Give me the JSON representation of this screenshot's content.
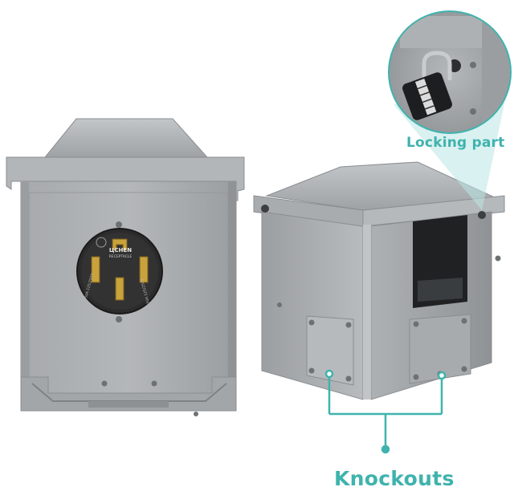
{
  "product": {
    "receptacle_brand": "ЦCHEN",
    "receptacle_word": "RECEPTACLE",
    "rating_left": "50A 125/250V",
    "rating_right": "50A 125/250V"
  },
  "callouts": {
    "locking": "Locking part",
    "knockouts": "Knockouts"
  },
  "colors": {
    "accent": "#3fb3ad",
    "enclosure": "#a9acae",
    "outlet": "#2b2b2b",
    "brass": "#c8a23c"
  }
}
